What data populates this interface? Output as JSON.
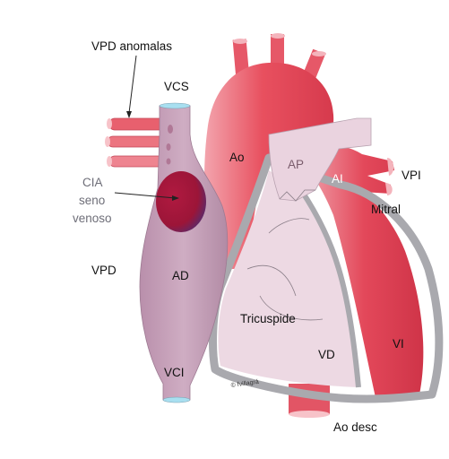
{
  "labels": {
    "vpd_anomalas": "VPD anomalas",
    "vcs": "VCS",
    "ao": "Ao",
    "ap": "AP",
    "ai": "AI",
    "vpi": "VPI",
    "cia_line1": "CIA",
    "cia_line2": "seno",
    "cia_line3": "venoso",
    "mitral": "Mitral",
    "vpd": "VPD",
    "ad": "AD",
    "tricuspide": "Tricuspide",
    "vd": "VD",
    "vi": "VI",
    "vci": "VCI",
    "ao_desc": "Ao desc",
    "credit": "© fvillagrá"
  },
  "colors": {
    "aorta": "#e8505f",
    "aorta_light": "#f0909a",
    "pulmonary": "#e9d2de",
    "venous": "#c8a3bb",
    "venous_dark": "#ad86a0",
    "left_heart": "#e3485a",
    "defect": "#a6163c",
    "wall": "#a9a9ae",
    "vessel_lumen": "#a8dff0"
  }
}
